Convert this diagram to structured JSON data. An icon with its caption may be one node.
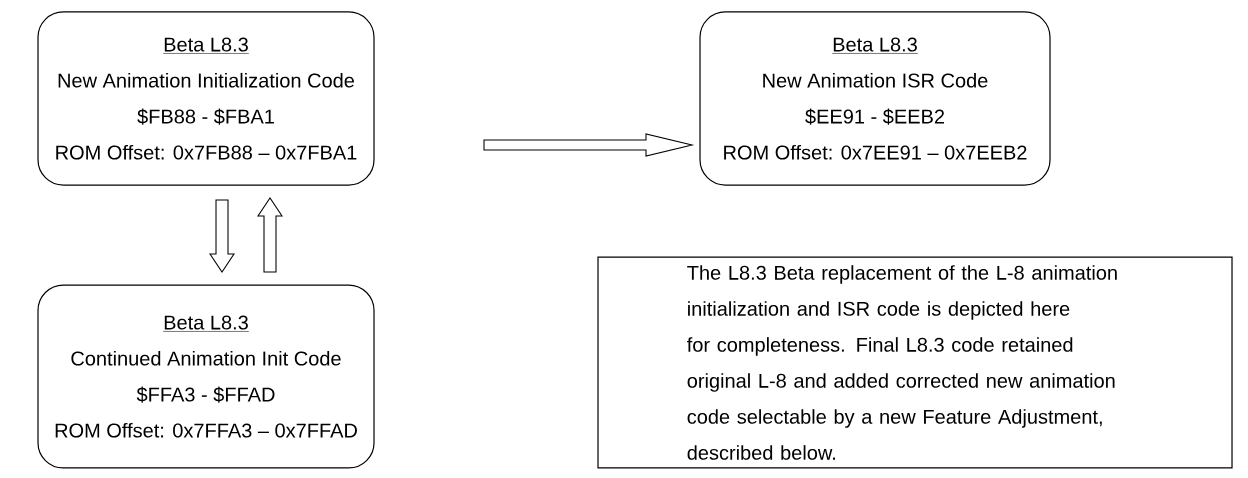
{
  "diagram": {
    "nodes": [
      {
        "text": [
          "Beta L8.3",
          "New Animation Initialization Code",
          "$FB88 - $FBA1",
          "ROM Offset: 0x7FB88 – 0x7FBA1"
        ]
      },
      {
        "text": [
          "Beta L8.3",
          "New Animation ISR Code",
          "$EE91 - $EEB2",
          "ROM Offset: 0x7EE91 – 0x7EEB2"
        ]
      },
      {
        "text": [
          "Beta L8.3",
          "Continued Animation Init Code",
          "$FFA3 - $FFAD",
          "ROM Offset: 0x7FFA3 – 0x7FFAD"
        ]
      },
      {
        "text": [
          "The L8.3 Beta replacement of the L-8 animation initialization and ISR code is depicted here for completeness.  Final L8.3 code retained original L-8 and added corrected new animation code selectable by a new Feature Adjustment, described below."
        ]
      }
    ],
    "edges": [
      {
        "from": 0,
        "to": 1,
        "arrow": "to"
      },
      {
        "from": 0,
        "to": 2,
        "arrow": "to"
      },
      {
        "from": 2,
        "to": 0,
        "arrow": "to"
      }
    ]
  }
}
